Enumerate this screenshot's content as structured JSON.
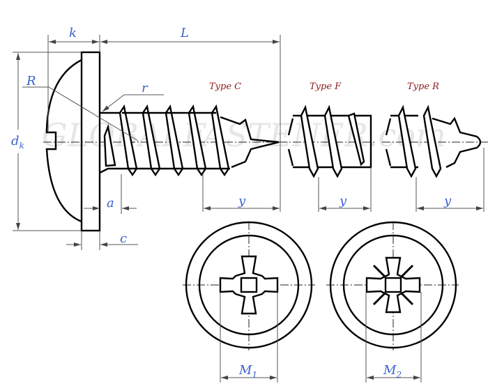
{
  "drawing": {
    "subject": "Pan head tapping screw with flange (cross recess)",
    "dimensions": {
      "k": "k",
      "L": "L",
      "R": "R",
      "r": "r",
      "dk_main": "d",
      "dk_sub": "k",
      "a": "a",
      "c": "c",
      "y_c": "y",
      "y_f": "y",
      "y_r": "y",
      "m1_main": "M",
      "m1_sub": "1",
      "m2_main": "M",
      "m2_sub": "2"
    },
    "types": {
      "type_c": "Type C",
      "type_f": "Type F",
      "type_r": "Type R"
    },
    "watermark": "GLOBALFASTENER.com",
    "colors": {
      "dimension_text": "#3a5fd0",
      "type_text": "#8b1a1a",
      "outline": "#000000"
    }
  }
}
